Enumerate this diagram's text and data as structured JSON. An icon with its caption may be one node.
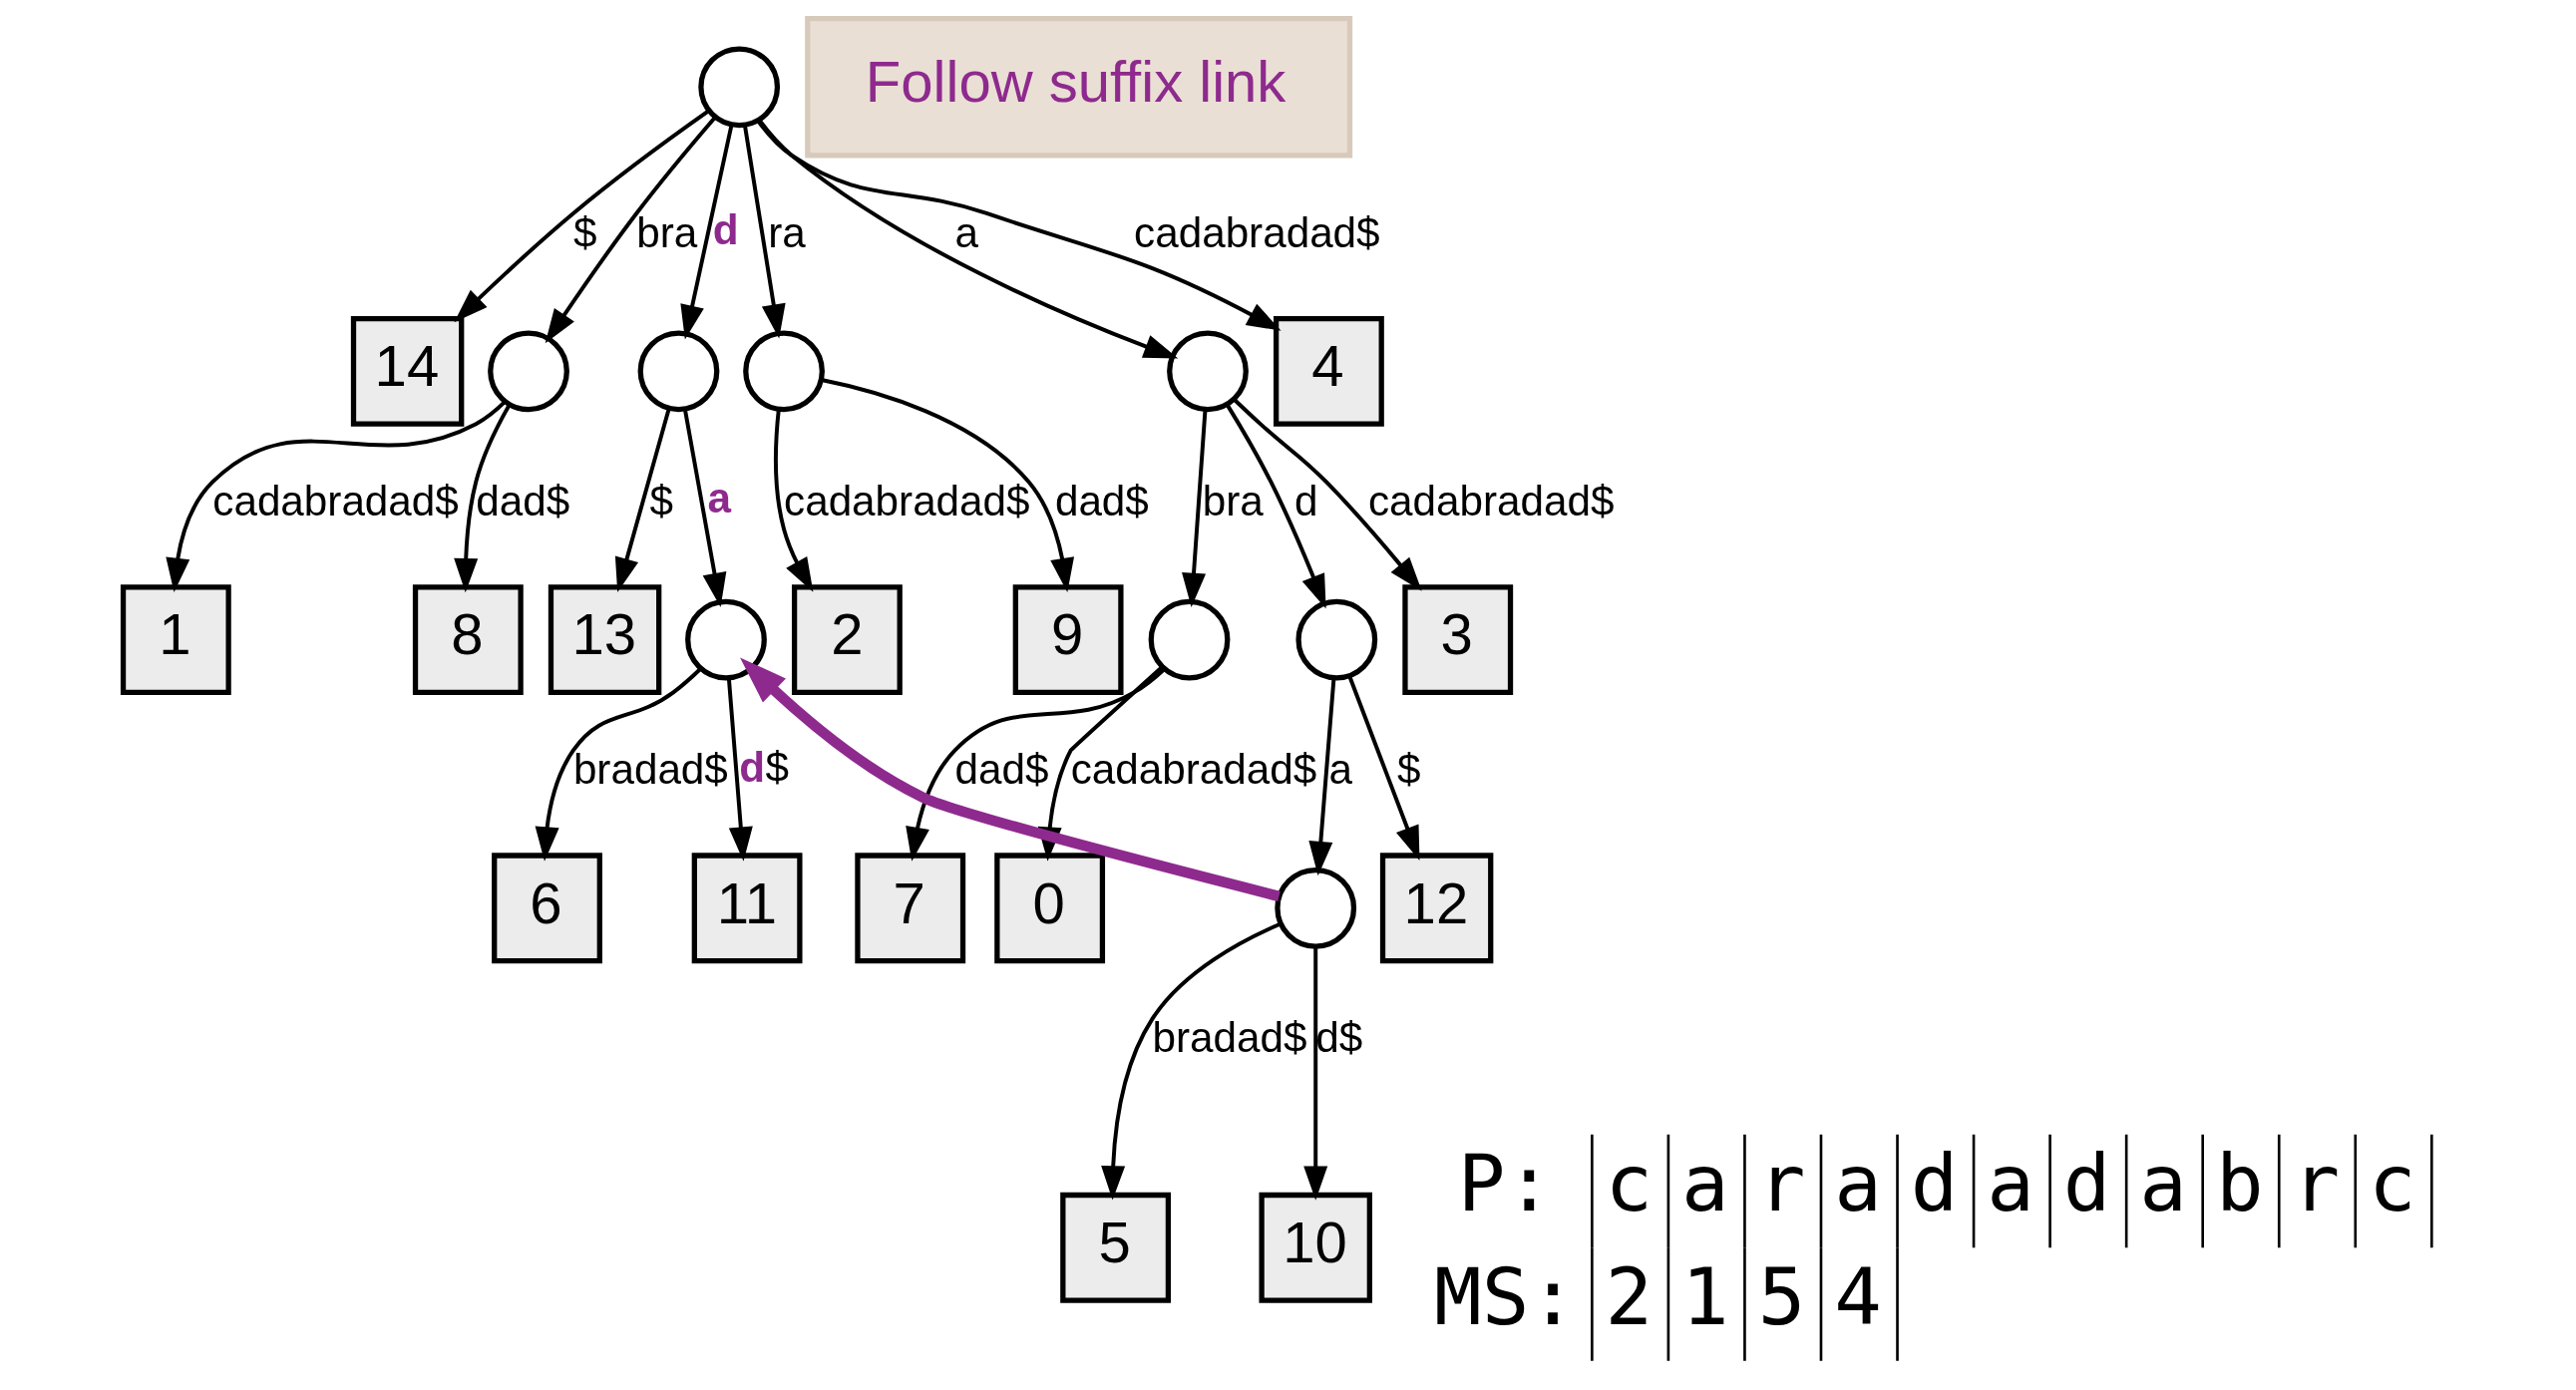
{
  "diagram": {
    "nodes": [
      {
        "text": [],
        "shape": "circle"
      },
      {
        "text": [
          "14"
        ]
      },
      {
        "text": [],
        "shape": "circle"
      },
      {
        "text": [],
        "shape": "circle"
      },
      {
        "text": [],
        "shape": "circle"
      },
      {
        "text": [
          "13"
        ]
      },
      {
        "text": [
          "2"
        ]
      },
      {
        "text": [
          "9"
        ]
      },
      {
        "text": [],
        "shape": "circle"
      },
      {
        "text": [
          "1"
        ]
      },
      {
        "text": [
          "8"
        ]
      },
      {
        "text": [
          "4"
        ]
      },
      {
        "text": [],
        "shape": "circle"
      },
      {
        "text": [],
        "shape": "circle"
      },
      {
        "text": [],
        "shape": "circle"
      },
      {
        "text": [
          "6"
        ]
      },
      {
        "text": [
          "11"
        ]
      },
      {
        "text": [
          "Follow suffix link"
        ]
      },
      {
        "text": [],
        "shape": "circle"
      },
      {
        "text": [
          "7"
        ]
      },
      {
        "text": [
          "3"
        ]
      },
      {
        "text": [
          "12"
        ]
      },
      {
        "text": [
          "5"
        ]
      },
      {
        "text": [
          "10"
        ]
      },
      {
        "text": [
          "0"
        ]
      }
    ],
    "edges": [
      {
        "from": 0,
        "to": 1,
        "arrow": "to",
        "label": "$"
      },
      {
        "from": 0,
        "to": 8,
        "arrow": "to",
        "label": "a"
      },
      {
        "from": 0,
        "to": 2,
        "arrow": "to",
        "label": "bra"
      },
      {
        "from": 0,
        "to": 11,
        "arrow": "to",
        "label": "cadabradad$"
      },
      {
        "from": 0,
        "to": 3,
        "arrow": "to",
        "label": "**d**"
      },
      {
        "from": 0,
        "to": 4,
        "arrow": "to",
        "label": "ra"
      },
      {
        "from": 2,
        "to": 9,
        "arrow": "to",
        "label": "cadabradad$"
      },
      {
        "from": 2,
        "to": 10,
        "arrow": "to",
        "label": "dad$"
      },
      {
        "from": 3,
        "to": 5,
        "arrow": "to",
        "label": "$"
      },
      {
        "from": 3,
        "to": 12,
        "arrow": "to",
        "label": "**a**"
      },
      {
        "from": 4,
        "to": 6,
        "arrow": "to",
        "label": "cadabradad$"
      },
      {
        "from": 4,
        "to": 7,
        "arrow": "to",
        "label": "dad$"
      },
      {
        "from": 8,
        "to": 13,
        "arrow": "to",
        "label": "bra"
      },
      {
        "from": 8,
        "to": 20,
        "arrow": "to",
        "label": "cadabradad$"
      },
      {
        "from": 8,
        "to": 14,
        "arrow": "to",
        "label": "d"
      },
      {
        "from": 12,
        "to": 15,
        "arrow": "to",
        "label": "bradad$"
      },
      {
        "from": 12,
        "to": 16,
        "arrow": "to",
        "label": "**d**$"
      },
      {
        "from": 13,
        "to": 24,
        "arrow": "to",
        "label": "cadabradad$"
      },
      {
        "from": 13,
        "to": 19,
        "arrow": "to",
        "label": "dad$"
      },
      {
        "from": 14,
        "to": 21,
        "arrow": "to",
        "label": "$"
      },
      {
        "from": 14,
        "to": 18,
        "arrow": "to",
        "label": "a"
      },
      {
        "from": 18,
        "to": 22,
        "arrow": "to",
        "label": "bradad$"
      },
      {
        "from": 18,
        "to": 23,
        "arrow": "to",
        "label": "d$"
      },
      {
        "from": 18,
        "to": 12,
        "arrow": "to",
        "style": "thick",
        "color": "#8e2a8e"
      }
    ],
    "labels": [
      "P:",
      "c",
      "a",
      "r",
      "a",
      "d",
      "a",
      "d",
      "a",
      "b",
      "r",
      "c",
      "MS:",
      "2",
      "1",
      "5",
      "4"
    ]
  }
}
